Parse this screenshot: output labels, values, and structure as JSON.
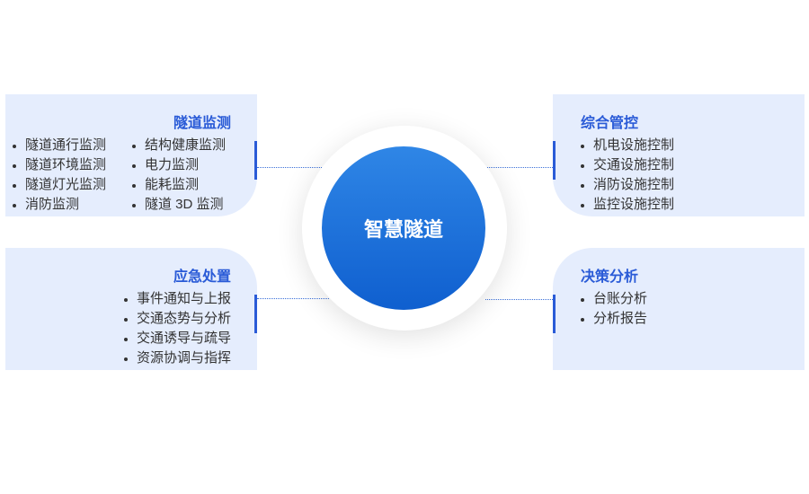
{
  "center": {
    "label": "智慧隧道"
  },
  "panels": {
    "monitoring": {
      "title": "隧道监测",
      "col1": [
        "隧道通行监测",
        "隧道环境监测",
        "隧道灯光监测",
        "消防监测"
      ],
      "col2": [
        "结构健康监测",
        "电力监测",
        "能耗监测",
        "隧道 3D 监测"
      ]
    },
    "emergency": {
      "title": "应急处置",
      "items": [
        "事件通知与上报",
        "交通态势与分析",
        "交通诱导与疏导",
        "资源协调与指挥"
      ]
    },
    "control": {
      "title": "综合管控",
      "items": [
        "机电设施控制",
        "交通设施控制",
        "消防设施控制",
        "监控设施控制"
      ]
    },
    "decision": {
      "title": "决策分析",
      "items": [
        "台账分析",
        "分析报告"
      ]
    }
  },
  "colors": {
    "accent": "#2a5bd7",
    "panel": "#e5edfd",
    "core": "#1a6fdb"
  }
}
